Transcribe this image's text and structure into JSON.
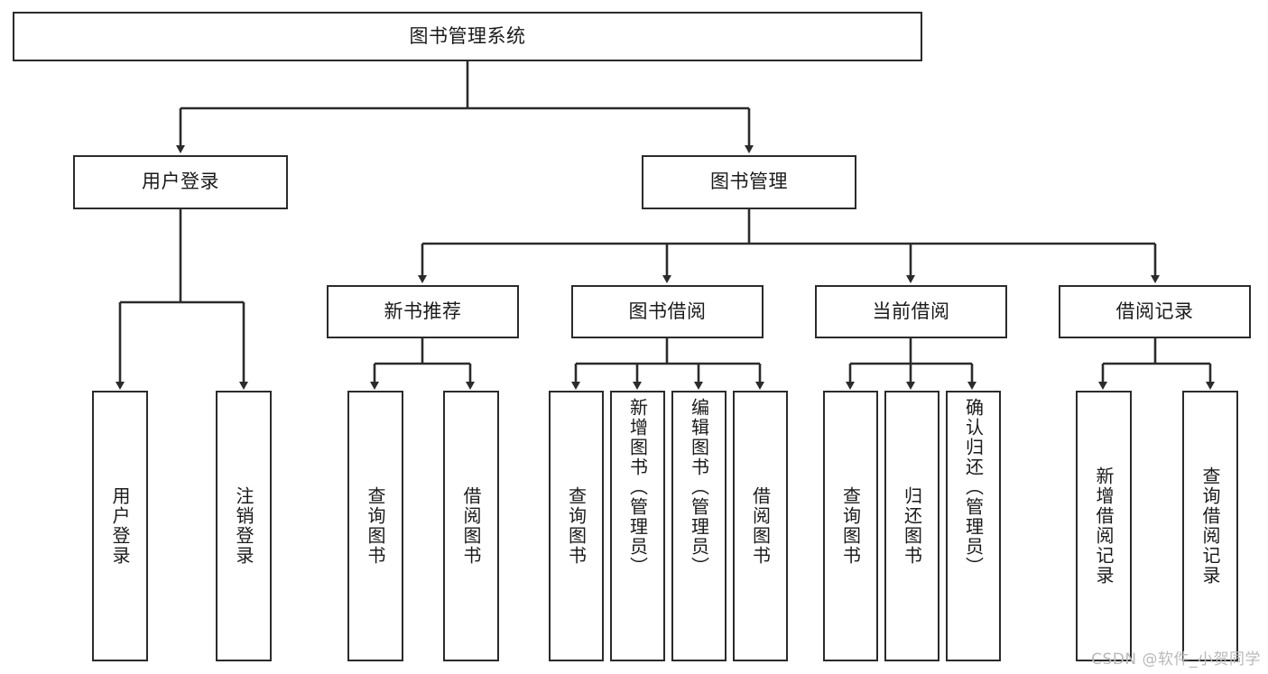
{
  "diagram": {
    "title": "图书管理系统",
    "type": "tree",
    "watermark": "CSDN @软件_小贺同学",
    "colors": {
      "background": "#ffffff",
      "node_border": "#2b2b2b",
      "node_fill": "#ffffff",
      "edge": "#2b2b2b",
      "text": "#1a1a1a",
      "watermark": "#b9b9b9"
    },
    "root": {
      "label": "图书管理系统"
    },
    "level2": [
      {
        "id": "user-login",
        "label": "用户登录"
      },
      {
        "id": "book-manage",
        "label": "图书管理"
      }
    ],
    "level3": [
      {
        "id": "new-book-rec",
        "label": "新书推荐",
        "parent": "book-manage"
      },
      {
        "id": "book-borrow",
        "label": "图书借阅",
        "parent": "book-manage"
      },
      {
        "id": "current-borrow",
        "label": "当前借阅",
        "parent": "book-manage"
      },
      {
        "id": "borrow-record",
        "label": "借阅记录",
        "parent": "book-manage"
      }
    ],
    "leaves": [
      {
        "id": "leaf-user-login",
        "label": "用户登录",
        "parent": "user-login"
      },
      {
        "id": "leaf-logout",
        "label": "注销登录",
        "parent": "user-login"
      },
      {
        "id": "leaf-query-book-1",
        "label": "查询图书",
        "parent": "new-book-rec"
      },
      {
        "id": "leaf-borrow-book-1",
        "label": "借阅图书",
        "parent": "new-book-rec"
      },
      {
        "id": "leaf-query-book-2",
        "label": "查询图书",
        "parent": "book-borrow"
      },
      {
        "id": "leaf-add-book",
        "label": "新增图书（管理员）",
        "parent": "book-borrow"
      },
      {
        "id": "leaf-edit-book",
        "label": "编辑图书（管理员）",
        "parent": "book-borrow"
      },
      {
        "id": "leaf-borrow-book-2",
        "label": "借阅图书",
        "parent": "book-borrow"
      },
      {
        "id": "leaf-query-book-3",
        "label": "查询图书",
        "parent": "current-borrow"
      },
      {
        "id": "leaf-return-book",
        "label": "归还图书",
        "parent": "current-borrow"
      },
      {
        "id": "leaf-confirm-return",
        "label": "确认归还（管理员）",
        "parent": "current-borrow"
      },
      {
        "id": "leaf-add-record",
        "label": "新增借阅记录",
        "parent": "borrow-record"
      },
      {
        "id": "leaf-query-record",
        "label": "查询借阅记录",
        "parent": "borrow-record"
      }
    ]
  }
}
